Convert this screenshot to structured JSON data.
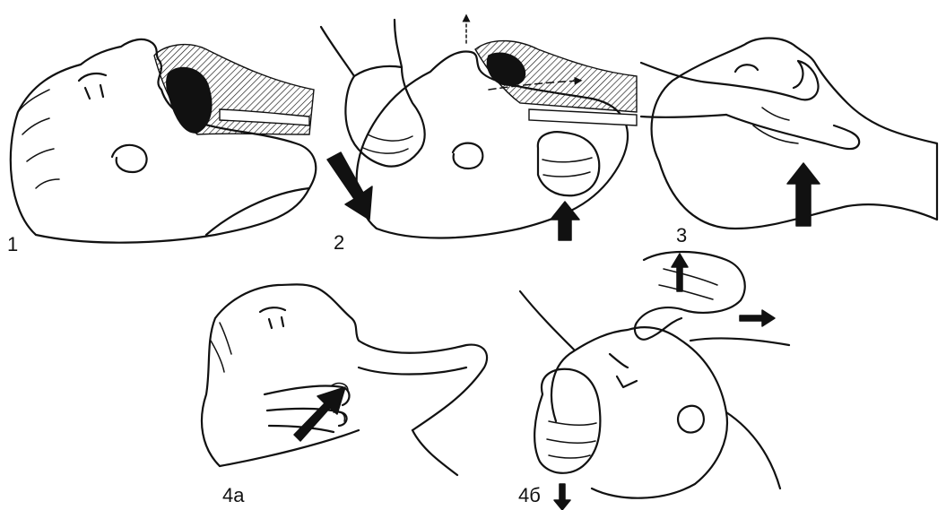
{
  "panels": [
    {
      "id": "1",
      "label": "1"
    },
    {
      "id": "2",
      "label": "2"
    },
    {
      "id": "3",
      "label": "3"
    },
    {
      "id": "4a",
      "label": "4а"
    },
    {
      "id": "4b",
      "label": "4б"
    }
  ],
  "colors": {
    "ink": "#111111",
    "background": "#ffffff"
  }
}
